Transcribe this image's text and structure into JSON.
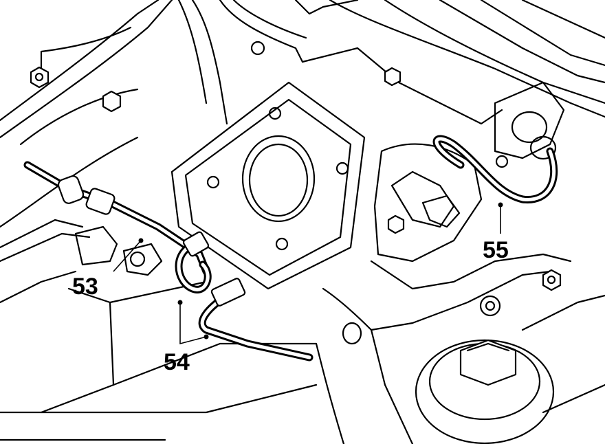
{
  "callouts": {
    "c53": "53",
    "c54": "54",
    "c55": "55"
  }
}
